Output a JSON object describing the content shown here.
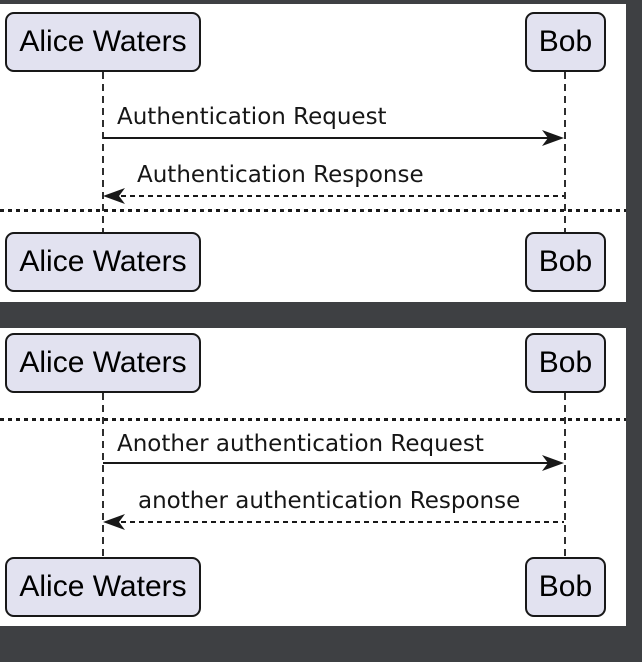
{
  "colors": {
    "canvas_bg": "#3E4043",
    "page_bg": "#FFFFFF",
    "participant_fill": "#E2E2F0",
    "participant_border": "#181818",
    "line": "#181818"
  },
  "diagram_type": "uml-sequence",
  "page1": {
    "top": {
      "alice": "Alice Waters",
      "bob": "Bob"
    },
    "messages": {
      "request": "Authentication Request",
      "response": "Authentication Response"
    },
    "bottom": {
      "alice": "Alice Waters",
      "bob": "Bob"
    }
  },
  "page2": {
    "top": {
      "alice": "Alice Waters",
      "bob": "Bob"
    },
    "messages": {
      "request": "Another authentication Request",
      "response": "another authentication Response"
    },
    "bottom": {
      "alice": "Alice Waters",
      "bob": "Bob"
    }
  }
}
